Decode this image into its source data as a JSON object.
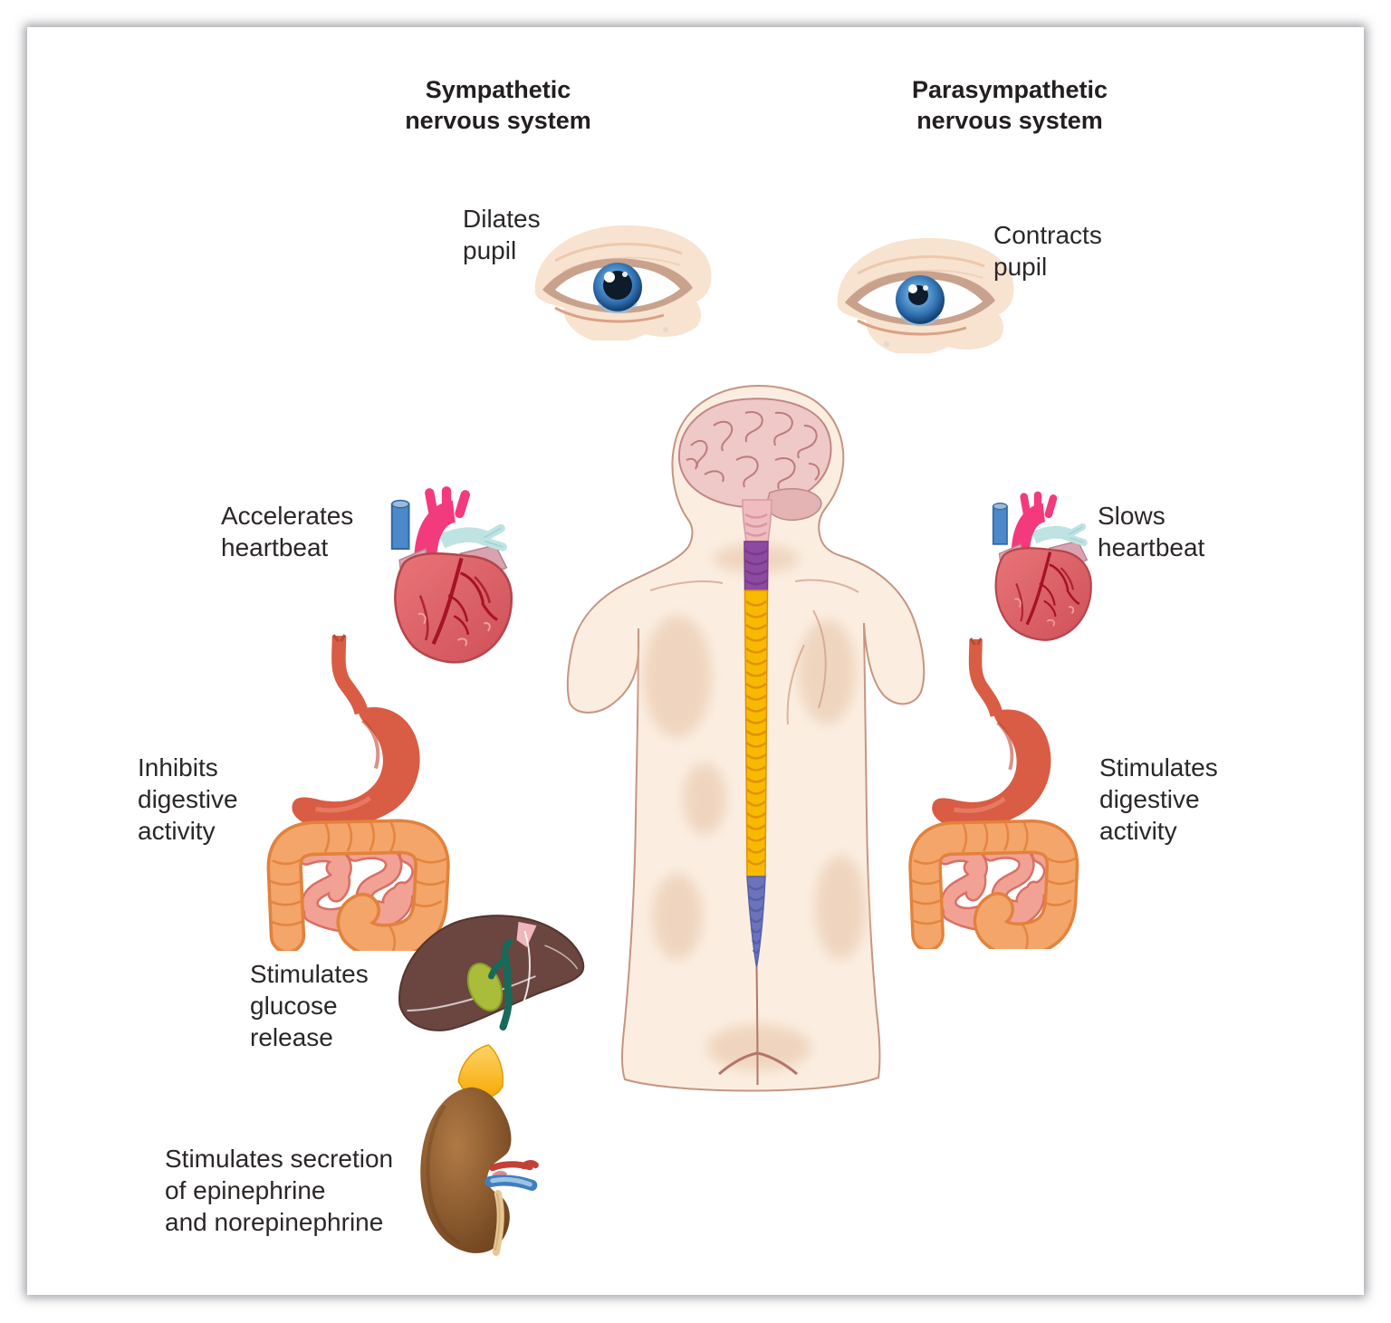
{
  "diagram": {
    "titles": {
      "sympathetic": "Sympathetic\nnervous system",
      "parasympathetic": "Parasympathetic\nnervous system"
    },
    "labels": {
      "dilates_pupil": "Dilates\npupil",
      "contracts_pupil": "Contracts\npupil",
      "accelerates_heartbeat": "Accelerates\nheartbeat",
      "slows_heartbeat": "Slows\nheartbeat",
      "inhibits_digestive": "Inhibits\ndigestive\nactivity",
      "stimulates_digestive": "Stimulates\ndigestive\nactivity",
      "stimulates_glucose": "Stimulates\nglucose\nrelease",
      "stimulates_secretion": "Stimulates secretion\nof epinephrine\nand norepinephrine"
    },
    "colors": {
      "text": "#231f20",
      "skin": "#fbeee1",
      "skin_outline": "#c69480",
      "brain_pink": "#eec9c7",
      "spine_brainstem_pink": "#f0bcc0",
      "spine_cervical_purple": "#8c4ba0",
      "spine_thoracic_yellow": "#f8ba00",
      "spine_sacral_blue": "#6b74ba",
      "iris_blue": "#2f6fb0",
      "heart_red": "#e0696b",
      "aorta_pink": "#f33a7d",
      "pulmonary_cyan": "#bfe3e3",
      "stomach_red": "#d95c44",
      "colon_orange": "#f4a569",
      "small_intestine_pink": "#f2a195",
      "liver_brown": "#6b4540",
      "gallbladder_green": "#a9bd3b",
      "bile_duct_teal": "#17695a",
      "kidney_brown": "#8d5c30",
      "adrenal_orange": "#f8ac04"
    }
  }
}
